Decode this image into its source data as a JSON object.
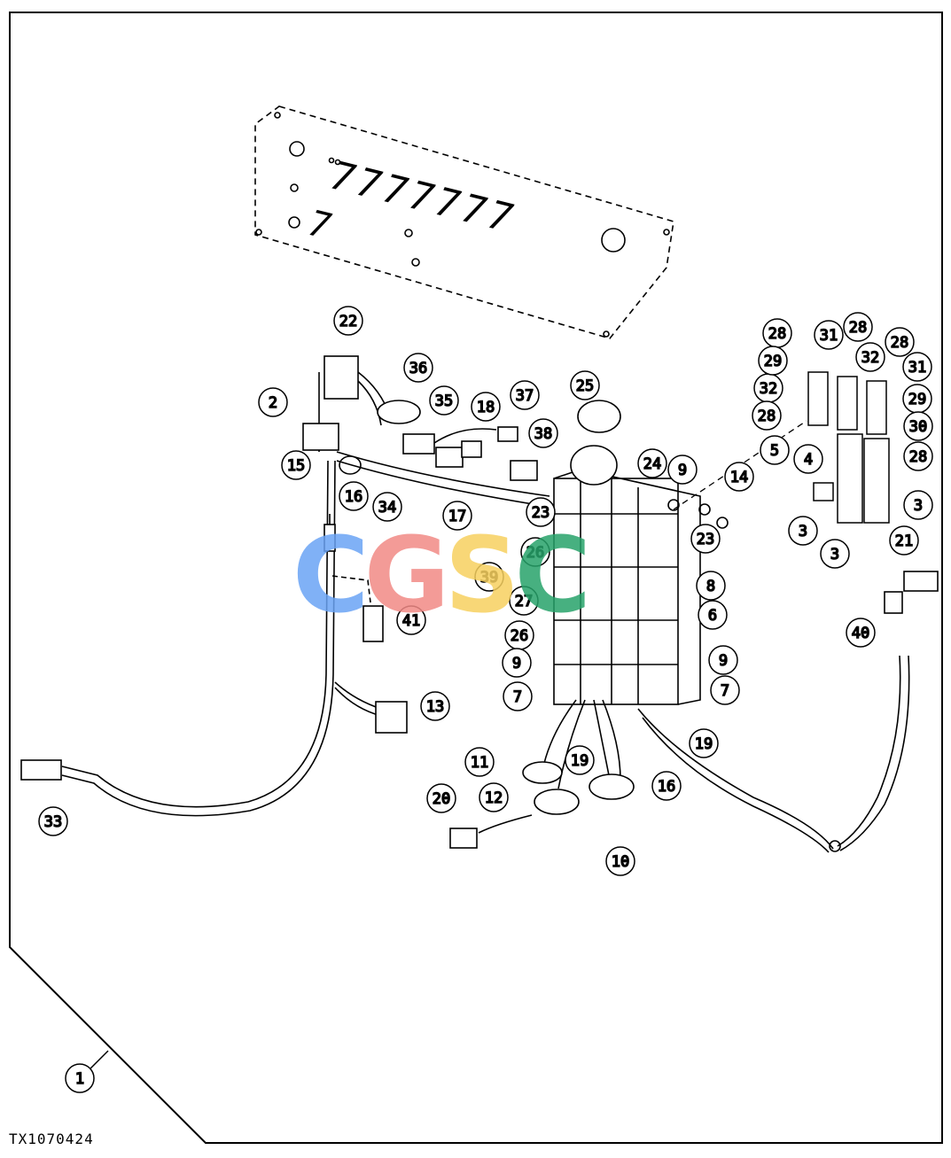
{
  "figure_id": "TX1070424",
  "watermark": {
    "letters": [
      "C",
      "G",
      "S",
      "C"
    ],
    "colors": [
      "#6aa4f5",
      "#f28a86",
      "#f7d160",
      "#27a36a"
    ]
  },
  "callouts": [
    "22",
    "36",
    "2",
    "35",
    "18",
    "37",
    "38",
    "25",
    "24",
    "9",
    "14",
    "15",
    "16",
    "34",
    "17",
    "23",
    "23",
    "39",
    "26",
    "27",
    "8",
    "6",
    "26",
    "41",
    "9",
    "9",
    "7",
    "7",
    "13",
    "19",
    "11",
    "19",
    "16",
    "12",
    "20",
    "10",
    "33",
    "28",
    "31",
    "28",
    "28",
    "32",
    "29",
    "31",
    "28",
    "29",
    "32",
    "30",
    "5",
    "4",
    "28",
    "3",
    "3",
    "3",
    "21",
    "40",
    "1"
  ],
  "panel_digits": "7777777"
}
